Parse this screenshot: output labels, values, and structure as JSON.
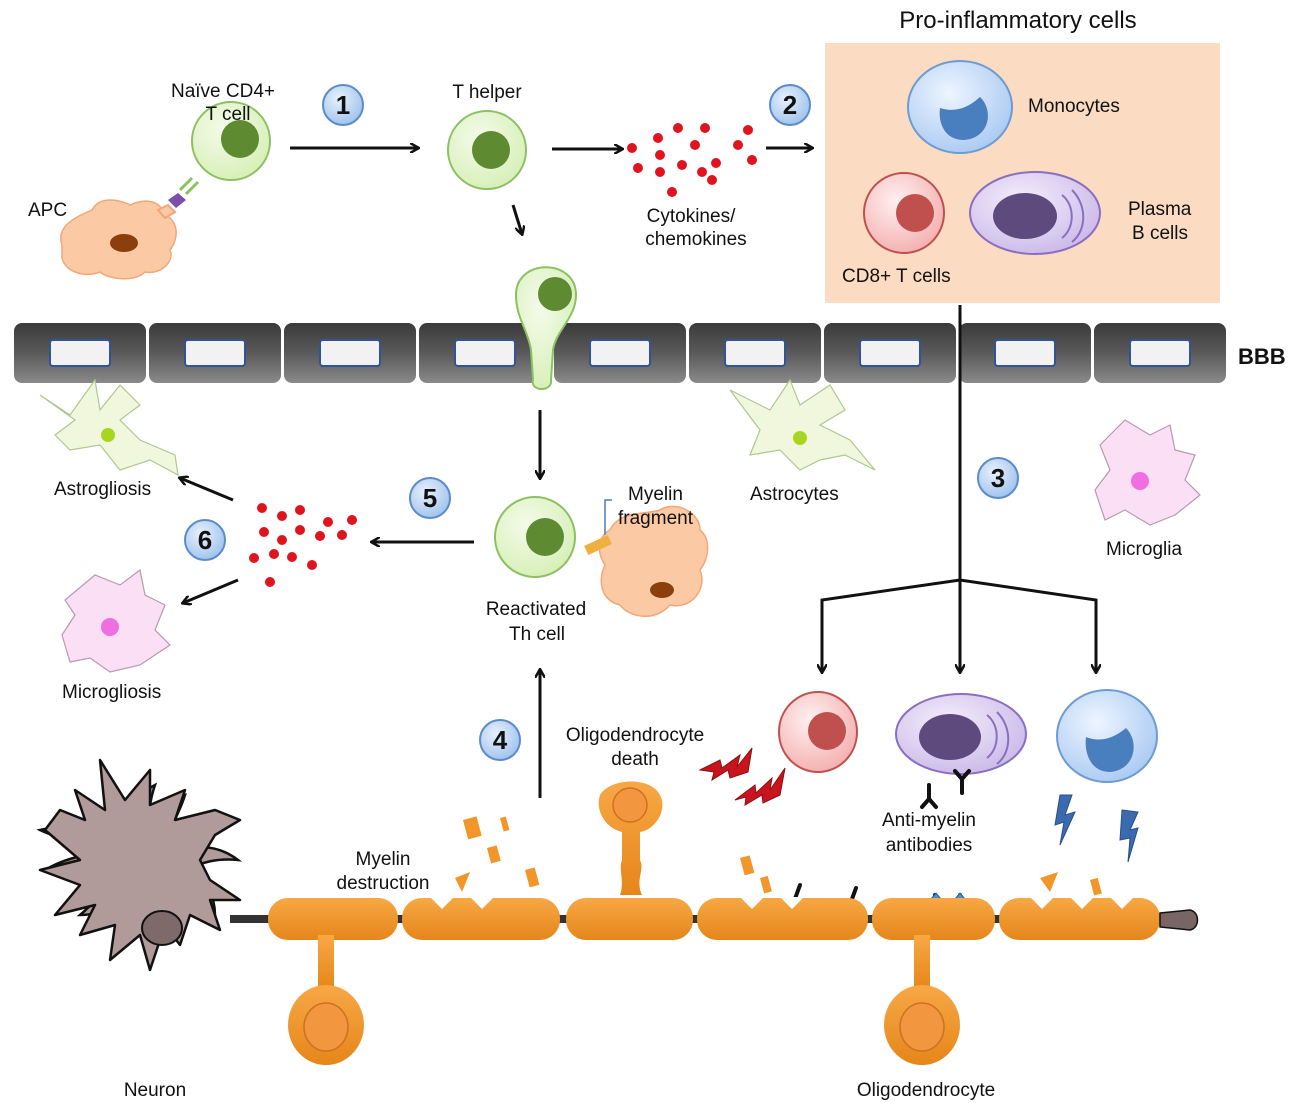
{
  "title": "Pro-inflammatory cells",
  "barrier_label": "BBB",
  "steps": [
    "1",
    "2",
    "3",
    "4",
    "5",
    "6"
  ],
  "labels": {
    "naive_cd4": [
      "Naïve CD4+",
      "T cell"
    ],
    "apc": "APC",
    "t_helper": "T helper",
    "cytokines": [
      "Cytokines/",
      "chemokines"
    ],
    "monocytes": "Monocytes",
    "plasma_b": [
      "Plasma",
      "B cells"
    ],
    "cd8": "CD8+ T cells",
    "astrocytes": "Astrocytes",
    "microglia": "Microglia",
    "astrogliosis": "Astrogliosis",
    "microgliosis": "Microgliosis",
    "myelin_fragment": [
      "Myelin",
      "fragment"
    ],
    "reactivated_th": [
      "Reactivated",
      "Th cell"
    ],
    "oligo_death": [
      "Oligodendrocyte",
      "death"
    ],
    "myelin_destruction": [
      "Myelin",
      "destruction"
    ],
    "anti_myelin": [
      "Anti-myelin",
      "antibodies"
    ],
    "neuron": "Neuron",
    "oligodendrocyte": "Oligodendrocyte"
  },
  "colors": {
    "t_cell_fill": "#dff3c4",
    "t_cell_stroke": "#8cc063",
    "t_cell_nucleus": "#5e8a32",
    "apc_fill": "#fbc9a4",
    "cytokine": "#e0141e",
    "panel_bg": "#fbdcc3",
    "monocyte_fill": "#c9defa",
    "monocyte_nucleus": "#4a7fbf",
    "cd8_fill": "#f8c9c9",
    "cd8_nucleus": "#c0504d",
    "plasma_fill": "#ddd0f0",
    "plasma_nucleus": "#5f4a7e",
    "step_fill": "#bcd6f5",
    "myelin": "#f2962a",
    "bbb_cell": "#4a4a4a",
    "neuron": "#b09a9a"
  }
}
